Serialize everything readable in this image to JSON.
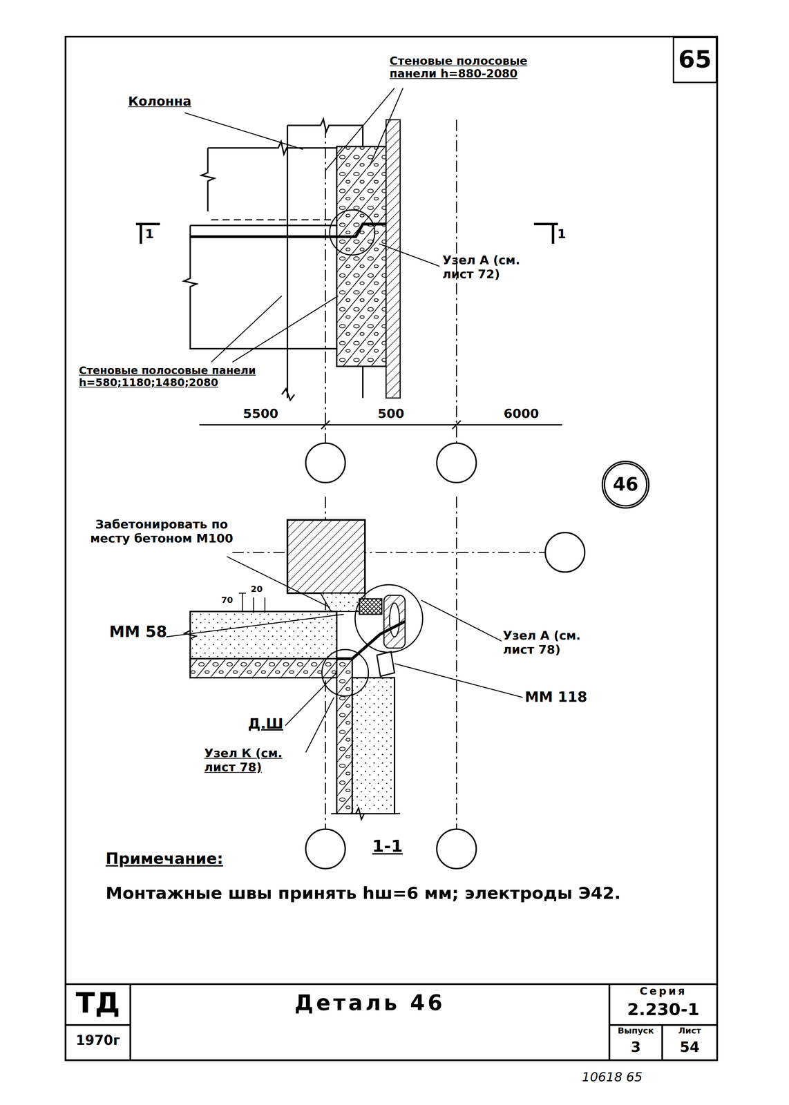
{
  "diagram": {
    "nodes": [
      {
        "text": [
          "65"
        ]
      },
      {
        "text": [
          "46"
        ]
      }
    ],
    "labels": [
      "Колонна",
      "Стеновые полосовые панели h=880-2080",
      "Узел А (см. лист 72)",
      "Стеновые полосовые панели h=580;1180;1480;2080",
      "5500",
      "500",
      "6000",
      "1",
      "1",
      "Забетонировать по месту бетоном М100",
      "70",
      "20",
      "ММ 58",
      "Узел А (см. лист 78)",
      "ММ 118",
      "Д.Ш",
      "Узел К (см. лист 78)",
      "1-1",
      "Примечание:",
      "Монтажные швы принять hш=6 мм; электроды Э42.",
      "ТД",
      "1970г",
      "Деталь 46",
      "Серия",
      "2.230-1",
      "Выпуск",
      "3",
      "Лист",
      "54",
      "10618 65"
    ]
  }
}
